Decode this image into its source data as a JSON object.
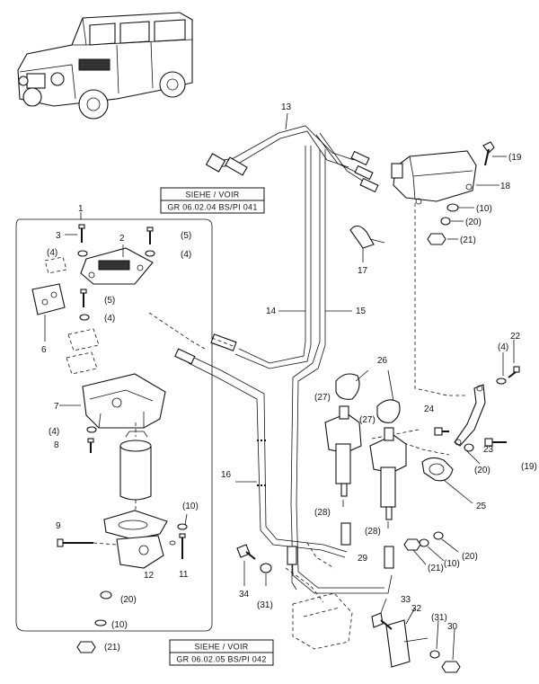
{
  "reference_boxes": [
    {
      "title": "SIEHE / VOIR",
      "code": "GR 06.02.04 BS/PI 041"
    },
    {
      "title": "SIEHE / VOIR",
      "code": "GR 06.02.05 BS/PI 042"
    }
  ],
  "callouts": {
    "c1": "1",
    "c2": "2",
    "c3": "3",
    "c4a": "(4)",
    "c4b": "(4)",
    "c4c": "(4)",
    "c4d": "(4)",
    "c4e": "(4)",
    "c5a": "(5)",
    "c5b": "(5)",
    "c6": "6",
    "c7": "7",
    "c8": "8",
    "c9": "9",
    "c10a": "(10)",
    "c10b": "(10)",
    "c10c": "(10)",
    "c10d": "(10)",
    "c11": "11",
    "c12": "12",
    "c13": "13",
    "c14": "14",
    "c15": "15",
    "c16": "16",
    "c17": "17",
    "c18": "18",
    "c19a": "(19",
    "c19b": "(19)",
    "c20a": "(20)",
    "c20b": "(20)",
    "c20c": "(20)",
    "c20d": "(20)",
    "c21a": "(21)",
    "c21b": "(21)",
    "c21c": "(21)",
    "c22": "22",
    "c23": "23",
    "c24": "24",
    "c25": "25",
    "c26": "26",
    "c27a": "(27)",
    "c27b": "(27)",
    "c28a": "(28)",
    "c28b": "(28)",
    "c29": "29",
    "c30": "30",
    "c31a": "(31)",
    "c31b": "(31)",
    "c32": "32",
    "c33": "33",
    "c34": "34"
  }
}
